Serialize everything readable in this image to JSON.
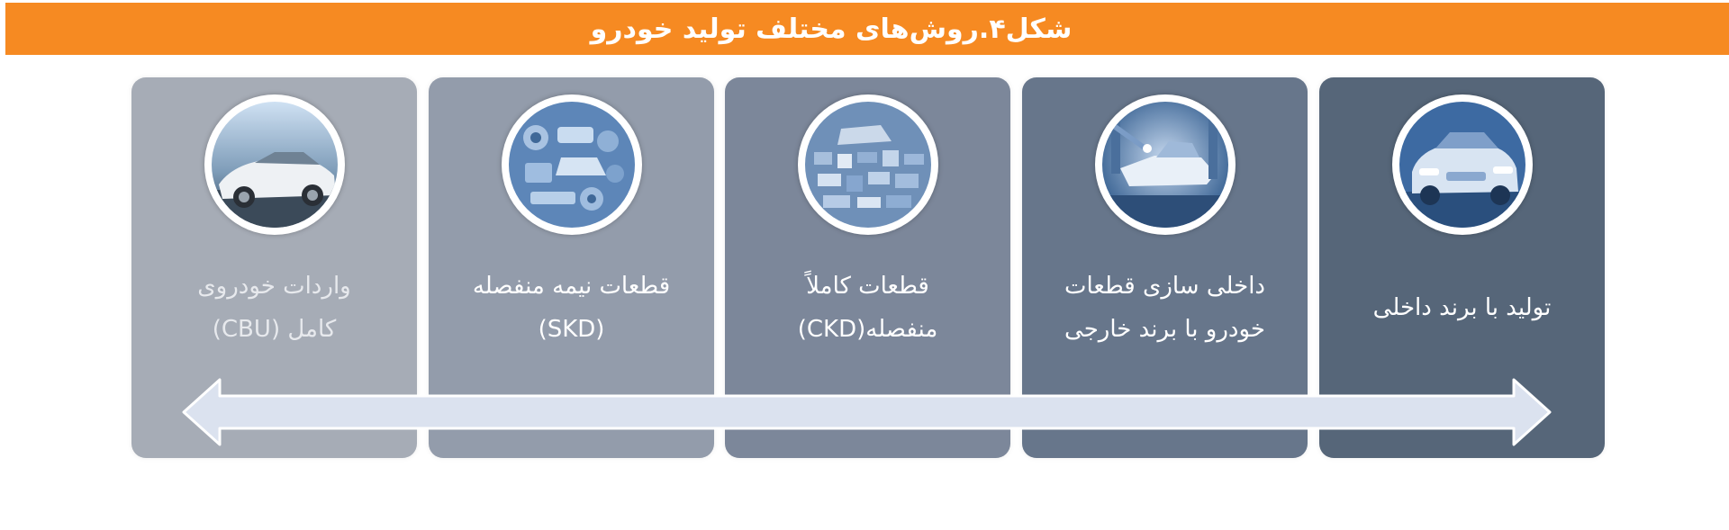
{
  "title": "شکل۴.روش‌های مختلف تولید خودرو",
  "colors": {
    "title_bar": "#f68a22",
    "panel_1": "#a6acb6",
    "panel_2": "#939cab",
    "panel_3": "#7c879a",
    "panel_4": "#67768b",
    "panel_5": "#566679",
    "arrow_fill": "#dbe2ef",
    "arrow_stroke": "#ffffff"
  },
  "panels": [
    {
      "icon": "imported-car-photo-icon",
      "lines": [
        "واردات خودروی",
        "کامل (CBU)"
      ],
      "text_color": "#e7e9ed"
    },
    {
      "icon": "car-parts-skd-photo-icon",
      "lines": [
        "قطعات نیمه منفصله",
        "(SKD)"
      ],
      "text_color": "#ffffff"
    },
    {
      "icon": "car-parts-ckd-photo-icon",
      "lines": [
        "قطعات کاملاً",
        "منفصله(CKD)"
      ],
      "text_color": "#ffffff"
    },
    {
      "icon": "assembly-line-photo-icon",
      "lines": [
        "داخلی سازی قطعات",
        "خودرو با برند خارجی"
      ],
      "text_color": "#ffffff"
    },
    {
      "icon": "domestic-brand-car-photo-icon",
      "lines": [
        "تولید با برند داخلی"
      ],
      "text_color": "#ffffff"
    }
  ],
  "arrow": {
    "icon": "double-headed-arrow-icon"
  }
}
